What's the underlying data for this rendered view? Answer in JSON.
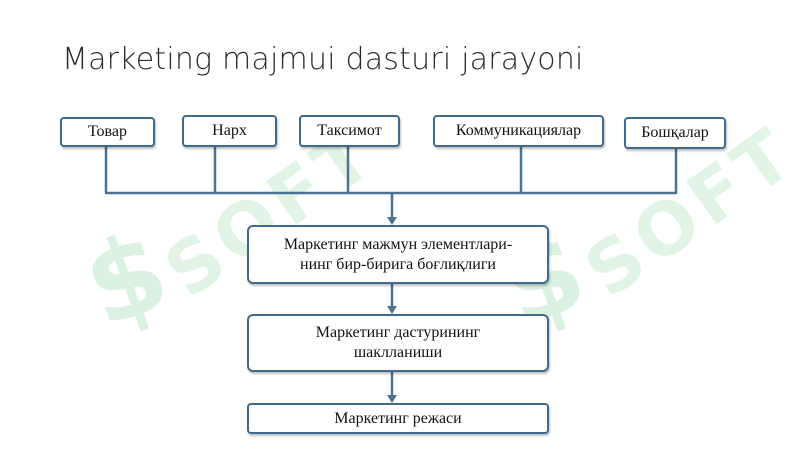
{
  "title": "Marketing majmui dasturi jarayoni",
  "watermark": "SOFT",
  "top_boxes": [
    "Товар",
    "Нарх",
    "Таксимот",
    "Коммуникациялар",
    "Бошқалар"
  ],
  "flow": {
    "step1_line1": "Маркетинг мажмун элементлари-",
    "step1_line2": "нинг бир-бирига боғлиқлиги",
    "step2_line1": "Маркетинг дастурининг",
    "step2_line2": "шаклланиши",
    "step3": "Маркетинг режаси"
  },
  "colors": {
    "border": "#3e6b8f",
    "line": "#4a7394",
    "watermark": "#bfe9cb"
  }
}
